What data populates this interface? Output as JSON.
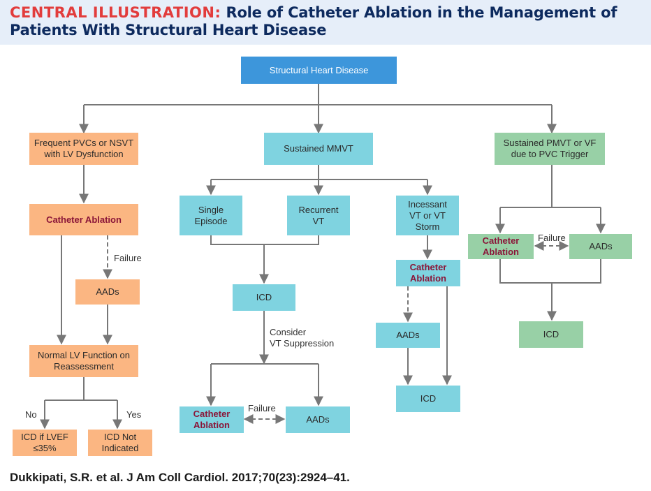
{
  "header": {
    "title_lead": "CENTRAL ILLUSTRATION:",
    "title_rest": " Role of Catheter Ablation in the Management of Patients With Structural Heart Disease"
  },
  "colors": {
    "header_bg": "#e6eef9",
    "title_lead": "#e23c3c",
    "title_text": "#0d2a5e",
    "root_box": "#3d96db",
    "mmvt_boxes": "#7fd3e0",
    "pvc_boxes": "#fbb682",
    "pmvt_boxes": "#98d0a6",
    "catheter_ablation_text": "#8a1538",
    "connector": "#777777"
  },
  "nodes": {
    "root": "Structural Heart Disease",
    "left": {
      "start": "Frequent PVCs or NSVT\nwith LV Dysfunction",
      "ablation": "Catheter Ablation",
      "aads": "AADs",
      "normal_lv": "Normal LV Function on\nReassessment",
      "icd_lvef": "ICD if LVEF\n≤35%",
      "icd_not": "ICD Not\nIndicated"
    },
    "middle": {
      "start": "Sustained MMVT",
      "single": "Single\nEpisode",
      "recurrent": "Recurrent\nVT",
      "incessant": "Incessant\nVT or VT\nStorm",
      "icd": "ICD",
      "ablation_bottom": "Catheter\nAblation",
      "aads_bottom": "AADs",
      "ablation_storm": "Catheter\nAblation",
      "aads_storm": "AADs",
      "icd_storm": "ICD"
    },
    "right": {
      "start": "Sustained PMVT or VF\ndue to PVC Trigger",
      "ablation": "Catheter\nAblation",
      "aads": "AADs",
      "icd": "ICD"
    }
  },
  "labels": {
    "failure_left": "Failure",
    "failure_middle": "Failure",
    "failure_right": "Failure",
    "consider": "Consider\nVT Suppression",
    "no": "No",
    "yes": "Yes"
  },
  "citation": "Dukkipati, S.R. et al. J Am Coll Cardiol. 2017;70(23):2924–41."
}
